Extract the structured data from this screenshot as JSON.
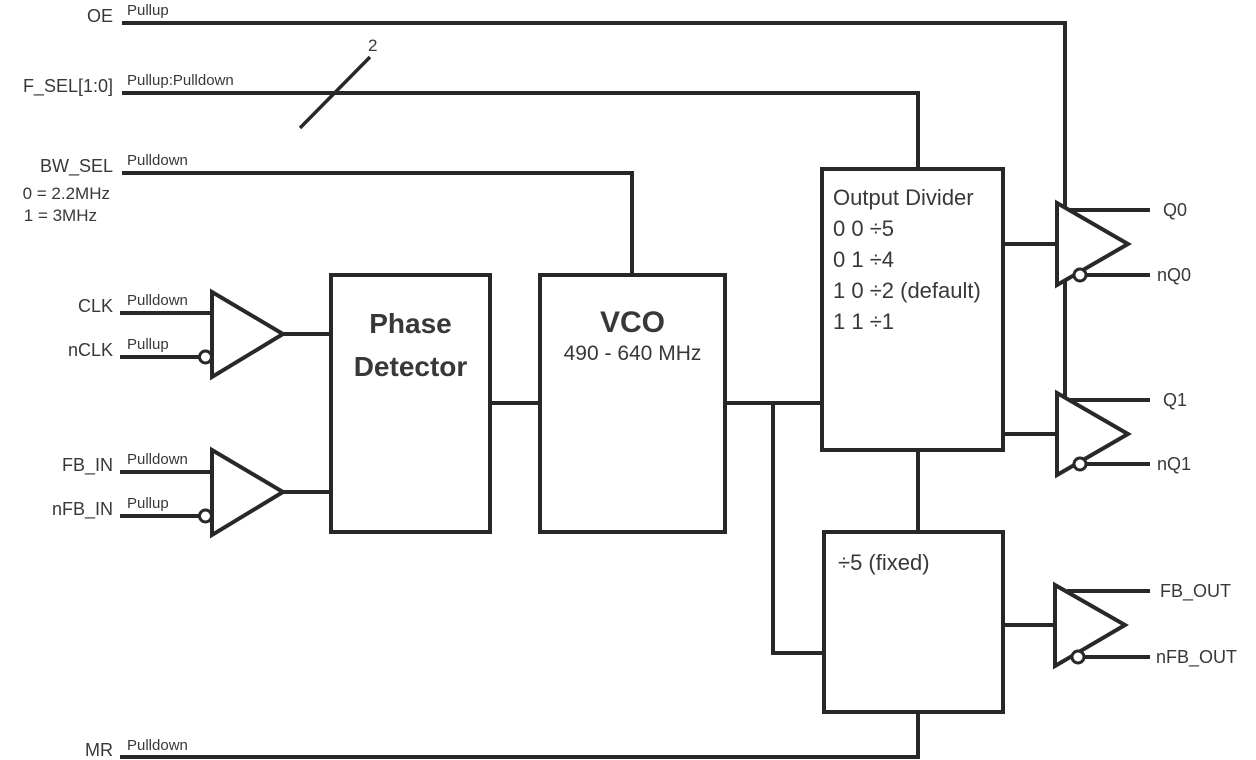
{
  "diagram": {
    "inputs": {
      "oe": {
        "label": "OE",
        "pull": "Pullup"
      },
      "f_sel": {
        "label": "F_SEL[1:0]",
        "pull": "Pullup:Pulldown",
        "bus_width": "2"
      },
      "bw_sel": {
        "label": "BW_SEL",
        "pull": "Pulldown",
        "note_0": "0 = 2.2MHz",
        "note_1": "1 = 3MHz"
      },
      "clk": {
        "label": "CLK",
        "pull": "Pulldown"
      },
      "nclk": {
        "label": "nCLK",
        "pull": "Pullup"
      },
      "fb_in": {
        "label": "FB_IN",
        "pull": "Pulldown"
      },
      "nfb_in": {
        "label": "nFB_IN",
        "pull": "Pullup"
      },
      "mr": {
        "label": "MR",
        "pull": "Pulldown"
      }
    },
    "blocks": {
      "phase_detector": {
        "title": "Phase Detector"
      },
      "vco": {
        "title": "VCO",
        "range": "490 - 640 MHz"
      },
      "output_divider": {
        "title": "Output Divider",
        "rows": [
          "0 0 ÷5",
          "0 1 ÷4",
          "1 0 ÷2 (default)",
          "1 1 ÷1"
        ]
      },
      "feedback_divider": {
        "title": "÷5 (fixed)"
      }
    },
    "outputs": {
      "q0": "Q0",
      "nq0": "nQ0",
      "q1": "Q1",
      "nq1": "nQ1",
      "fb_out": "FB_OUT",
      "nfb_out": "nFB_OUT"
    },
    "colors": {
      "line": "#282828",
      "text": "#383838",
      "background": "#ffffff"
    }
  }
}
